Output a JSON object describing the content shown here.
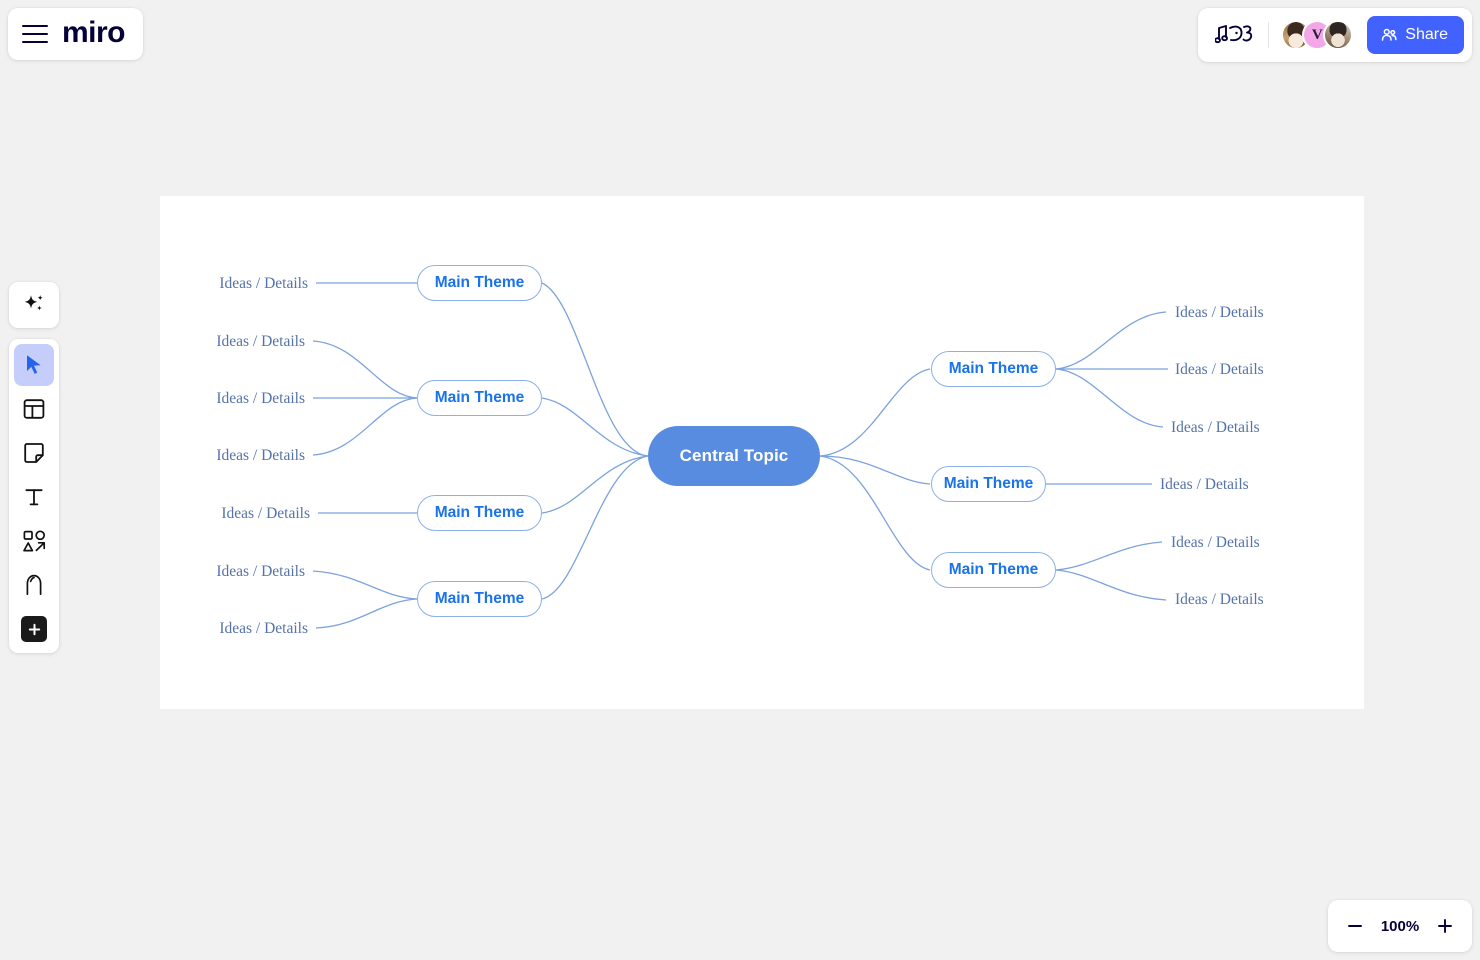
{
  "app": {
    "name": "miro",
    "background_color": "#f1f1f1",
    "canvas_color": "#ffffff"
  },
  "topbar": {
    "menu_icon": "hamburger-menu-icon",
    "logo_text": "miro",
    "activity_icon": "activity-music-icon",
    "avatars": [
      {
        "type": "photo",
        "label": ""
      },
      {
        "type": "initial",
        "label": "V"
      },
      {
        "type": "photo",
        "label": ""
      }
    ],
    "share_label": "Share",
    "share_icon": "people-icon",
    "share_color": "#4262ff"
  },
  "toolbar": {
    "ai": {
      "label": "AI",
      "icon": "sparkle-icon",
      "active": false
    },
    "items": [
      {
        "name": "select",
        "label": "Select",
        "icon": "cursor-icon",
        "active": true
      },
      {
        "name": "templates",
        "label": "Templates",
        "icon": "template-icon",
        "active": false
      },
      {
        "name": "sticky-note",
        "label": "Sticky note",
        "icon": "sticky-note-icon",
        "active": false
      },
      {
        "name": "text",
        "label": "Text",
        "icon": "text-icon",
        "active": false
      },
      {
        "name": "shapes",
        "label": "Shapes and connectors",
        "icon": "shapes-icon",
        "active": false
      },
      {
        "name": "pen",
        "label": "Pen",
        "icon": "pen-icon",
        "active": false
      },
      {
        "name": "more",
        "label": "More apps",
        "icon": "plus-icon",
        "active": false
      }
    ]
  },
  "zoom": {
    "minus_label": "−",
    "level": "100%",
    "plus_label": "+"
  },
  "mindmap": {
    "accent_color": "#588ce0",
    "theme_text_color": "#1a73e8",
    "leaf_text_color": "#5573a8",
    "connector_color": "#7ba3dd",
    "central": {
      "label": "Central Topic"
    },
    "left_branches": [
      {
        "label": "Main Theme",
        "leaves": [
          "Ideas / Details"
        ]
      },
      {
        "label": "Main Theme",
        "leaves": [
          "Ideas / Details",
          "Ideas / Details",
          "Ideas / Details"
        ]
      },
      {
        "label": "Main Theme",
        "leaves": [
          "Ideas / Details"
        ]
      },
      {
        "label": "Main Theme",
        "leaves": [
          "Ideas / Details",
          "Ideas / Details"
        ]
      }
    ],
    "right_branches": [
      {
        "label": "Main Theme",
        "leaves": [
          "Ideas / Details",
          "Ideas / Details",
          "Ideas / Details"
        ]
      },
      {
        "label": "Main Theme",
        "leaves": [
          "Ideas / Details"
        ]
      },
      {
        "label": "Main Theme",
        "leaves": [
          "Ideas / Details",
          "Ideas / Details"
        ]
      }
    ]
  }
}
